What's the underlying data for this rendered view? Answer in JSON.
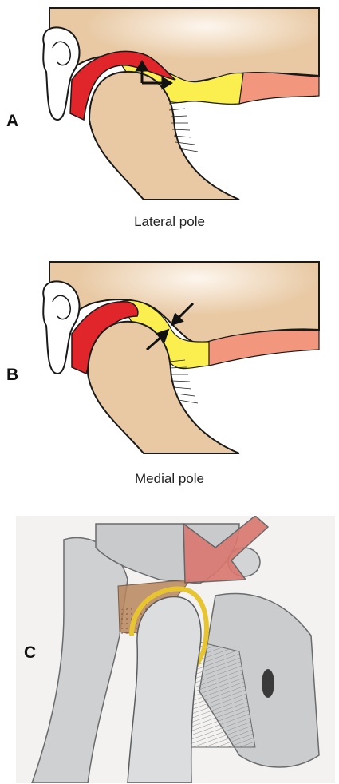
{
  "panels": [
    {
      "id": "A",
      "label": "A",
      "caption": "Lateral pole"
    },
    {
      "id": "B",
      "label": "B",
      "caption": "Medial pole"
    },
    {
      "id": "C",
      "label": "C",
      "caption": ""
    }
  ],
  "colors": {
    "bone": "#e8c9a4",
    "bone_highlight": "#fbf1e6",
    "muscle_red": "#e0262b",
    "disc_yellow": "#fbef4f",
    "posterior_band_pink": "#f2977d",
    "ear_white": "#ffffff",
    "outline": "#1a1a1a",
    "sketch_gray": "#b9bbbd",
    "sketch_brown": "#b8865e",
    "sketch_yellow": "#e6c531",
    "arrow_red": "#d9776f"
  },
  "icons": {
    "vector_arrow": "direction-arrows-icon",
    "compression_arrows": "compression-arrows-icon",
    "sketch_arrow": "large-down-arrow-icon"
  }
}
